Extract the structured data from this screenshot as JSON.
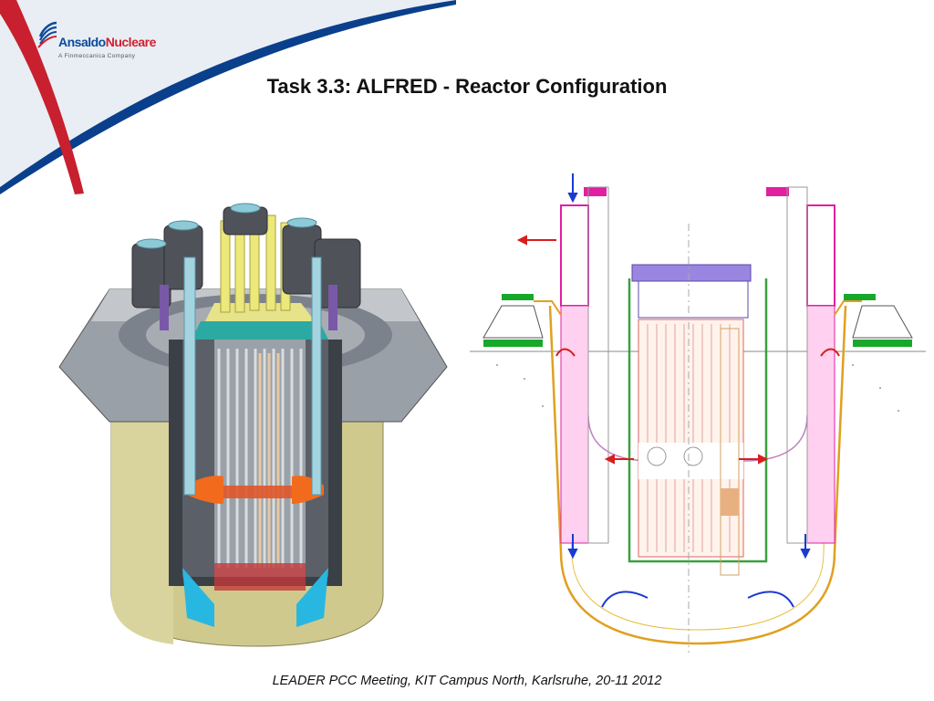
{
  "logo": {
    "brand_part1": "Ansaldo",
    "brand_part2": "Nucleare",
    "tagline": "A Finmeccanica Company"
  },
  "slide": {
    "title": "Task 3.3: ALFRED - Reactor Configuration"
  },
  "footer": {
    "text": "LEADER PCC Meeting, KIT Campus North, Karlsruhe, 20-11 2012"
  },
  "colors": {
    "brand_blue": "#0a4a9a",
    "brand_red": "#d2202f",
    "accent_swoosh_red": "#c8202e"
  },
  "figures": {
    "left": "reactor-3d-cutaway",
    "right": "reactor-cross-section-schematic"
  }
}
